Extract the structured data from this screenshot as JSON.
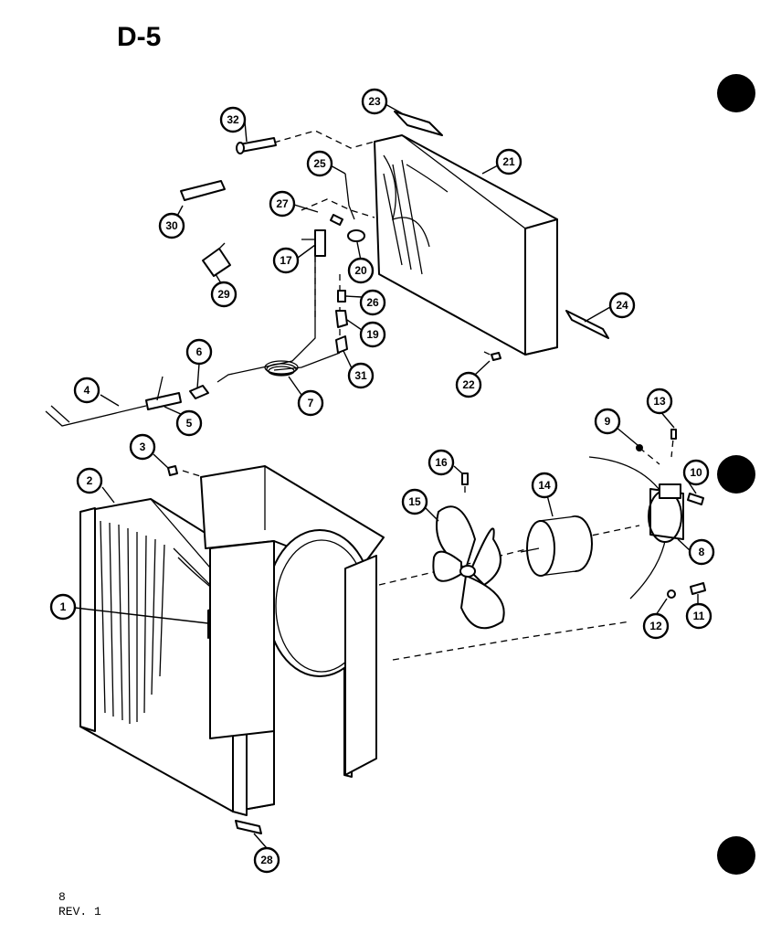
{
  "page": {
    "title": "D-5",
    "page_number": "8",
    "revision": "REV. 1"
  },
  "callouts": [
    {
      "label": "32"
    },
    {
      "label": "23"
    },
    {
      "label": "21"
    },
    {
      "label": "25"
    },
    {
      "label": "27"
    },
    {
      "label": "30"
    },
    {
      "label": "17"
    },
    {
      "label": "20"
    },
    {
      "label": "29"
    },
    {
      "label": "26"
    },
    {
      "label": "19"
    },
    {
      "label": "24"
    },
    {
      "label": "6"
    },
    {
      "label": "31"
    },
    {
      "label": "22"
    },
    {
      "label": "4"
    },
    {
      "label": "7"
    },
    {
      "label": "5"
    },
    {
      "label": "13"
    },
    {
      "label": "3"
    },
    {
      "label": "9"
    },
    {
      "label": "16"
    },
    {
      "label": "2"
    },
    {
      "label": "10"
    },
    {
      "label": "15"
    },
    {
      "label": "14"
    },
    {
      "label": "8"
    },
    {
      "label": "1"
    },
    {
      "label": "12"
    },
    {
      "label": "11"
    },
    {
      "label": "28"
    }
  ],
  "colors": {
    "ink": "#000000",
    "paper": "#ffffff"
  }
}
